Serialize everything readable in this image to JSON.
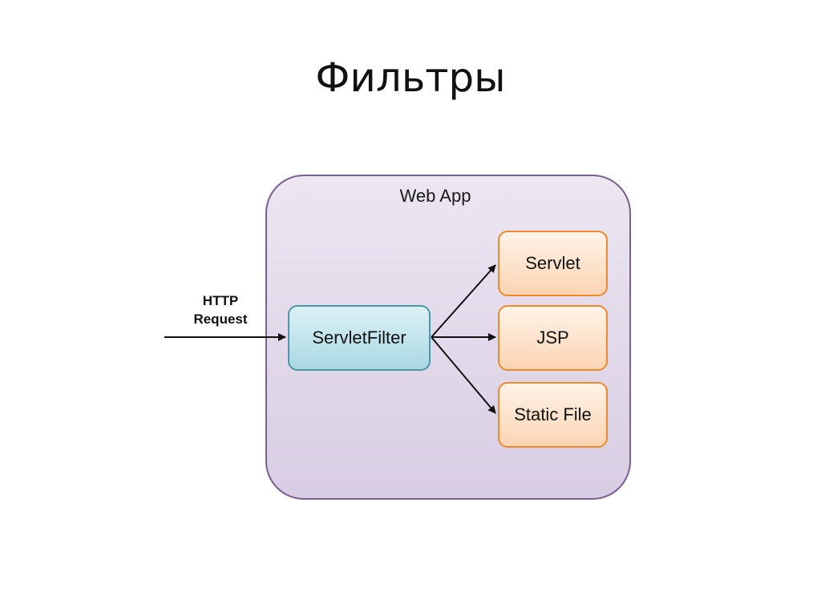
{
  "slide": {
    "title": "Фильтры"
  },
  "diagram": {
    "container_label": "Web App",
    "input_label_line1": "HTTP",
    "input_label_line2": "Request",
    "filter_label": "ServletFilter",
    "targets": [
      {
        "label": "Servlet"
      },
      {
        "label": "JSP"
      },
      {
        "label": "Static File"
      }
    ]
  },
  "colors": {
    "container_border": "#7a5f93",
    "filter_border": "#4b97a8",
    "target_border": "#ef8a2a",
    "arrow": "#111111"
  }
}
